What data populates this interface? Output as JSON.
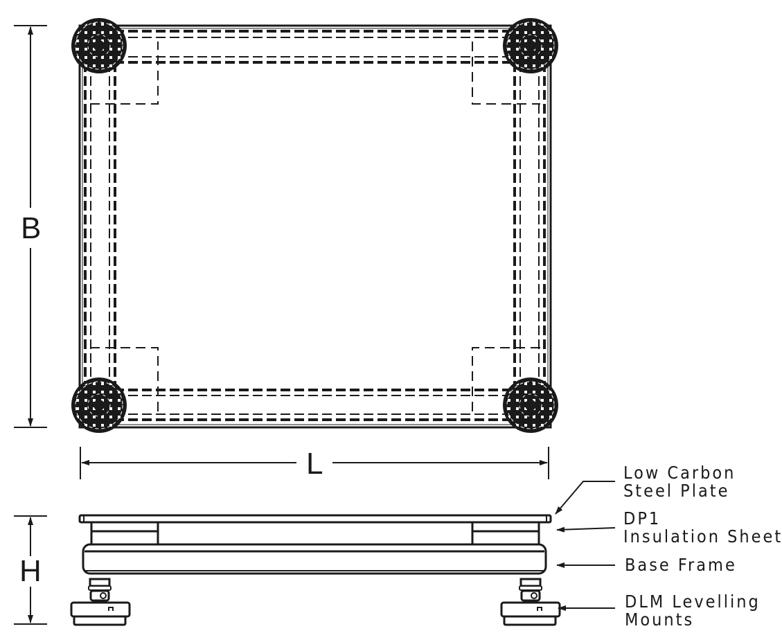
{
  "diagram": {
    "type": "engineering-drawing",
    "views": [
      "plan-view",
      "side-elevation"
    ],
    "colors": {
      "line": "#1a1a1a",
      "background": "#ffffff"
    }
  },
  "dimensions": {
    "breadth": {
      "label": "B"
    },
    "length": {
      "label": "L"
    },
    "height": {
      "label": "H"
    }
  },
  "callouts": [
    {
      "id": "steel-plate",
      "lines": [
        "Low Carbon",
        "Steel Plate"
      ]
    },
    {
      "id": "insulation-sheet",
      "lines": [
        "DP1",
        "Insulation Sheet"
      ]
    },
    {
      "id": "base-frame",
      "lines": [
        "Base Frame"
      ]
    },
    {
      "id": "levelling-mounts",
      "lines": [
        "DLM Levelling",
        "Mounts"
      ]
    }
  ]
}
